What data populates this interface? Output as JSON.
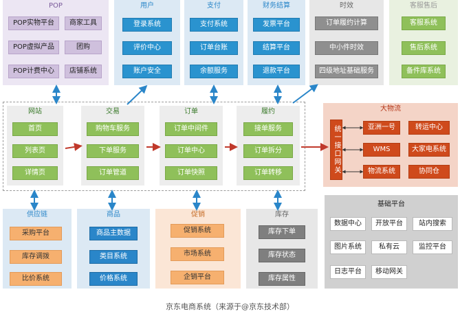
{
  "panels": {
    "pop": {
      "title": "POP",
      "left": [
        "POP实物平台",
        "POP虚拟产品",
        "POP计费中心"
      ],
      "right": [
        "商家工具",
        "团购",
        "店铺系统"
      ]
    },
    "user": {
      "title": "用户",
      "items": [
        "登录系统",
        "评价中心",
        "账户安全"
      ]
    },
    "pay": {
      "title": "支付",
      "items": [
        "支付系统",
        "订单台账",
        "余额服务"
      ]
    },
    "finance": {
      "title": "财务结算",
      "items": [
        "发票平台",
        "结算平台",
        "退款平台"
      ]
    },
    "timeliness": {
      "title": "时效",
      "items": [
        "订单履约计算",
        "中小件时效",
        "四级地址基础服务"
      ]
    },
    "service": {
      "title": "客服售后",
      "items": [
        "客服系统",
        "售后系统",
        "备件库系统"
      ]
    },
    "site": {
      "title": "网站",
      "items": [
        "首页",
        "列表页",
        "详情页"
      ]
    },
    "trade": {
      "title": "交易",
      "items": [
        "购物车服务",
        "下单服务",
        "订单管道"
      ]
    },
    "order": {
      "title": "订单",
      "items": [
        "订单中间件",
        "订单中心",
        "订单快照"
      ]
    },
    "fulfill": {
      "title": "履约",
      "items": [
        "接单服务",
        "订单拆分",
        "订单转移"
      ]
    },
    "logistics": {
      "title": "大物流",
      "gateway": "统一接口网关",
      "items": [
        "亚洲一号",
        "转运中心",
        "WMS",
        "大家电系统",
        "物流系统",
        "协同仓"
      ]
    },
    "supply": {
      "title": "供应链",
      "items": [
        "采购平台",
        "库存调拨",
        "比价系统"
      ]
    },
    "goods": {
      "title": "商品",
      "items": [
        "商品主数据",
        "类目系统",
        "价格系统"
      ]
    },
    "promo": {
      "title": "促销",
      "items": [
        "促销系统",
        "市场系统",
        "企销平台"
      ]
    },
    "stock": {
      "title": "库存",
      "items": [
        "库存下单",
        "库存状态",
        "库存属性"
      ]
    },
    "base": {
      "title": "基础平台",
      "items": [
        "数据中心",
        "开放平台",
        "站内搜索",
        "图片系统",
        "私有云",
        "监控平台",
        "日志平台",
        "移动网关"
      ]
    }
  },
  "caption": "京东电商系统（来源于@京东技术部）",
  "colors": {
    "pop_bg": "#ece6f3",
    "blue_bg": "#dce9f4",
    "grey_bg": "#e7e7e7",
    "green_panel_bg": "#e9f1e0",
    "core_bg": "#ededed",
    "logistics_bg": "#f4d4c7",
    "base_bg": "#d0d0d0",
    "arrow_blue": "#2a86c9",
    "arrow_red": "#c0392b"
  }
}
